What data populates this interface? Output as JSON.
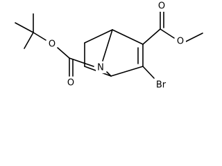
{
  "atoms": {
    "O1": "O",
    "O2": "O",
    "O3": "O",
    "O4": "O",
    "N": "N",
    "Br": "Br"
  }
}
